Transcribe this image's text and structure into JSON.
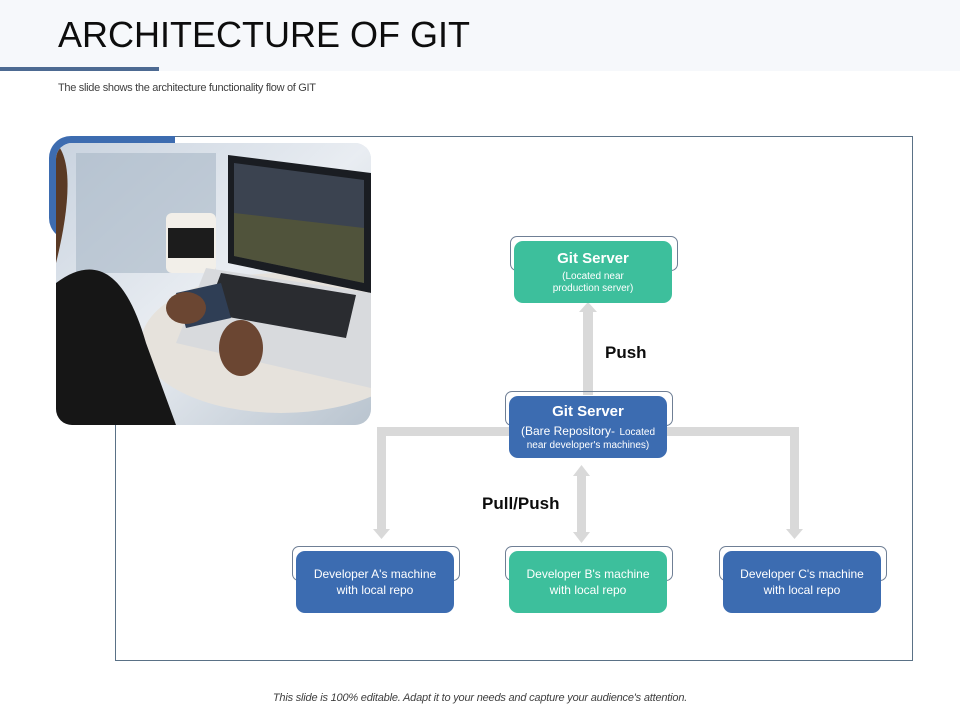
{
  "slide": {
    "title": "ARCHITECTURE OF GIT",
    "subtitle": "The slide shows the architecture functionality flow of GIT",
    "footer": "This slide is 100% editable. Adapt it to your needs and capture your audience's attention.",
    "photo_description": "Person working on a laptop with code on screen, holding a phone, coffee cup on table"
  },
  "colors": {
    "teal": "#3dbf9c",
    "blue": "#3c6cb1",
    "accent": "#4d6a92",
    "connector": "#d9d9d9"
  },
  "diagram": {
    "production_server": {
      "title": "Git Server",
      "subtitle_line1": "(Located near",
      "subtitle_line2": "production server)"
    },
    "bare_server": {
      "title": "Git Server",
      "subtitle_line1_a": "(Bare Repository-",
      "subtitle_line1_b": "Located",
      "subtitle_line2": "near developer's machines)"
    },
    "edge_labels": {
      "push": "Push",
      "pull_push": "Pull/Push"
    },
    "developers": [
      {
        "line1": "Developer  A's machine",
        "line2": "with local repo",
        "color": "blue"
      },
      {
        "line1": "Developer  B's machine",
        "line2": "with local repo",
        "color": "teal"
      },
      {
        "line1": "Developer  C's machine",
        "line2": "with local repo",
        "color": "blue"
      }
    ]
  }
}
